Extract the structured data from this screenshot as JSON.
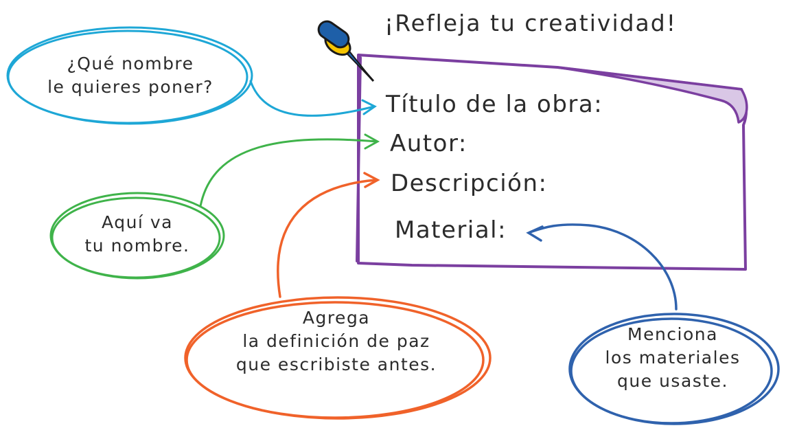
{
  "headline": "¡Refleja tu creatividad!",
  "card": {
    "fields": [
      "Título de la obra:",
      "Autor:",
      "Descripción:",
      "Material:"
    ]
  },
  "callouts": {
    "title_hint": [
      "¿Qué nombre",
      "le quieres poner?"
    ],
    "author_hint": [
      "Aquí va",
      "tu nombre."
    ],
    "description_hint": [
      "Agrega",
      "la definición de paz",
      "que escribiste antes."
    ],
    "material_hint": [
      "Menciona",
      "los materiales",
      "que usaste."
    ]
  },
  "colors": {
    "card_border": "#7b3fa0",
    "card_fold": "#d9c7e6",
    "title_hint": "#1ea7d6",
    "author_hint": "#3fb34a",
    "description_hint": "#f0622a",
    "material_hint": "#2f62ad",
    "pin_head": "#1e5fa8",
    "pin_washer": "#f5c400"
  }
}
